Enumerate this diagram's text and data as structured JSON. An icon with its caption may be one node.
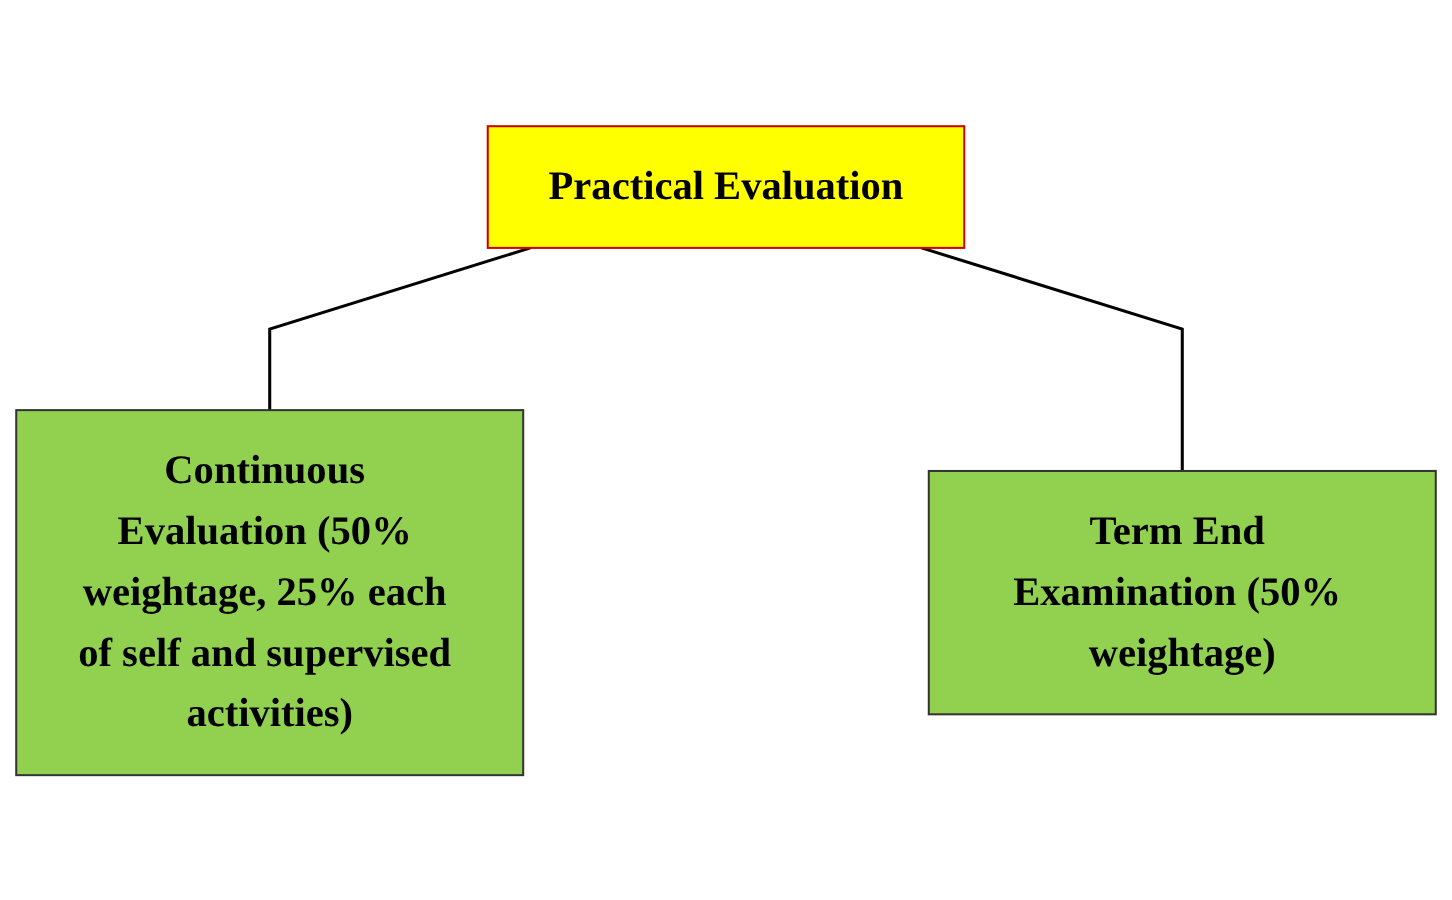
{
  "diagram": {
    "nodes": [
      {
        "text": [
          "Practical Evaluation"
        ]
      },
      {
        "text": [
          "Continuous Evaluation (50% weightage, 25% each of self and supervised activities)"
        ]
      },
      {
        "text": [
          "Term End Examination (50% weightage)"
        ]
      }
    ],
    "edges": [
      {
        "from": 0,
        "to": 1,
        "arrow": "none"
      },
      {
        "from": 0,
        "to": 2,
        "arrow": "none"
      }
    ]
  }
}
